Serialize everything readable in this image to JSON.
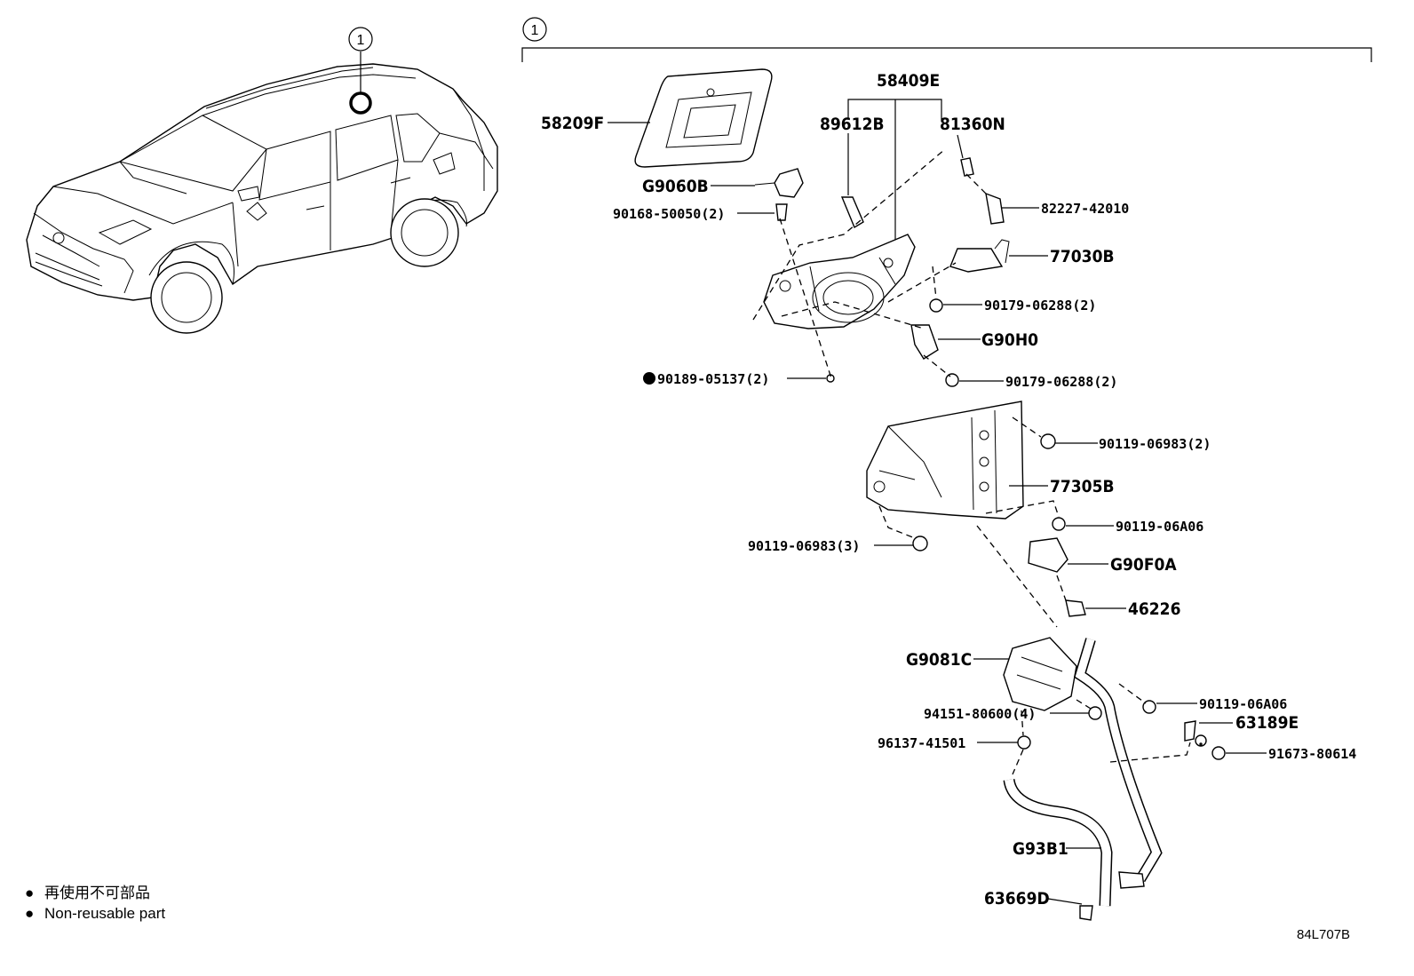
{
  "callout_marker": "1",
  "legend": {
    "symbol": "●",
    "line_jp": "再使用不可部品",
    "line_en": "Non-reusable part"
  },
  "diagram_code": "84L707B",
  "parts": {
    "p58409E": "58409E",
    "p58209F": "58209F",
    "p89612B": "89612B",
    "p81360N": "81360N",
    "pG9060B": "G9060B",
    "p90168": "90168-50050(2)",
    "p82227": "82227-42010",
    "p77030B": "77030B",
    "p90179a": "90179-06288(2)",
    "pG90H0": "G90H0",
    "p90189": "90189-05137(2)",
    "p90179b": "90179-06288(2)",
    "p90119a": "90119-06983(2)",
    "p77305B": "77305B",
    "p90119b": "90119-06A06",
    "p90119c": "90119-06983(3)",
    "pG90F0A": "G90F0A",
    "p46226": "46226",
    "pG9081C": "G9081C",
    "p90119d": "90119-06A06",
    "p94151": "94151-80600(4)",
    "p63189E": "63189E",
    "p96137": "96137-41501",
    "p91673": "91673-80614",
    "pG93B1": "G93B1",
    "p63669D": "63669D"
  }
}
